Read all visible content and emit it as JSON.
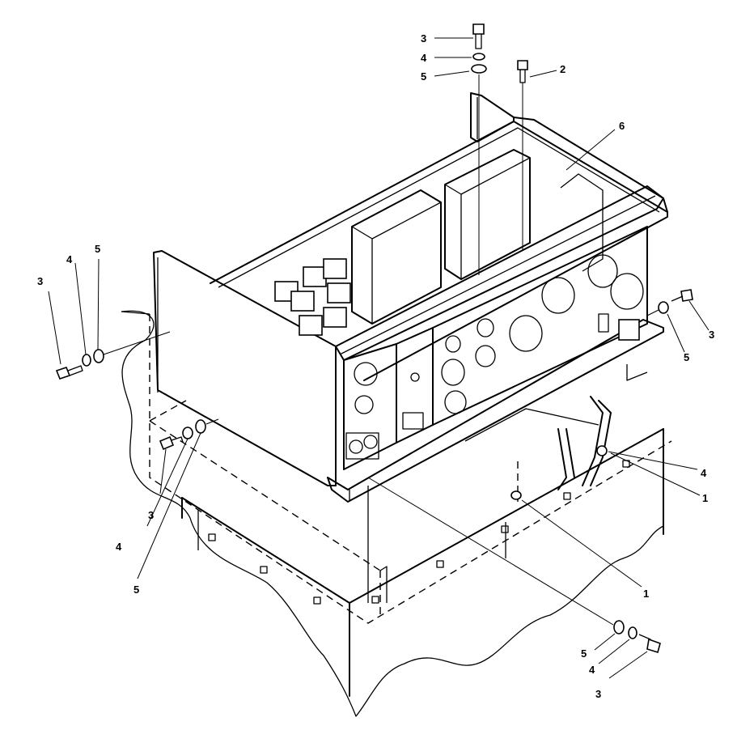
{
  "callouts": [
    {
      "id": "c3a",
      "text": "3"
    },
    {
      "id": "c4a",
      "text": "4"
    },
    {
      "id": "c5a",
      "text": "5"
    },
    {
      "id": "c2a",
      "text": "2"
    },
    {
      "id": "c6a",
      "text": "6"
    },
    {
      "id": "c3b",
      "text": "3"
    },
    {
      "id": "c4b",
      "text": "4"
    },
    {
      "id": "c5b",
      "text": "5"
    },
    {
      "id": "c3c",
      "text": "3"
    },
    {
      "id": "c5c",
      "text": "5"
    },
    {
      "id": "c4c",
      "text": "4"
    },
    {
      "id": "c1a",
      "text": "1"
    },
    {
      "id": "c3d",
      "text": "3"
    },
    {
      "id": "c4d",
      "text": "4"
    },
    {
      "id": "c5d",
      "text": "5"
    },
    {
      "id": "c1b",
      "text": "1"
    },
    {
      "id": "c5e",
      "text": "5"
    },
    {
      "id": "c4e",
      "text": "4"
    },
    {
      "id": "c3e",
      "text": "3"
    }
  ]
}
